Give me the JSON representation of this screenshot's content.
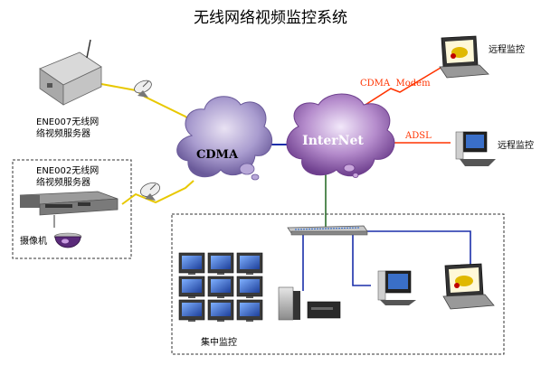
{
  "title": "无线网络视频监控系统",
  "nodes": {
    "remote1": "远程监控",
    "remote2": "远程监控",
    "server1": [
      "ENE007无线网",
      "络视频服务器"
    ],
    "server2": [
      "ENE002无线网",
      "络视频服务器"
    ],
    "camera": "摄像机",
    "center": "集中监控",
    "cdma": "CDMA",
    "internet": "InterNet"
  },
  "links": {
    "cdma_modem": "CDMA  Modem",
    "adsl": "ADSL"
  },
  "colors": {
    "cloud": "#9b6fb8",
    "cloud_light": "#d8c6e8",
    "link_red": "#ff3300",
    "lan_blue": "#1a2faa",
    "wireless_yellow": "#e8c800"
  },
  "icons": {
    "server1": "wireless-video-server-icon",
    "server2": "wireless-video-server-icon",
    "camera": "dome-camera-icon",
    "dish1": "satellite-dish-icon",
    "dish2": "satellite-dish-icon",
    "laptop1": "laptop-icon",
    "laptop2": "laptop-icon",
    "desktop1": "desktop-pc-icon",
    "desktop2": "desktop-pc-icon",
    "switch": "network-switch-icon",
    "monitor_wall": "monitor-wall-icon",
    "center_pc": "server-pc-icon"
  }
}
